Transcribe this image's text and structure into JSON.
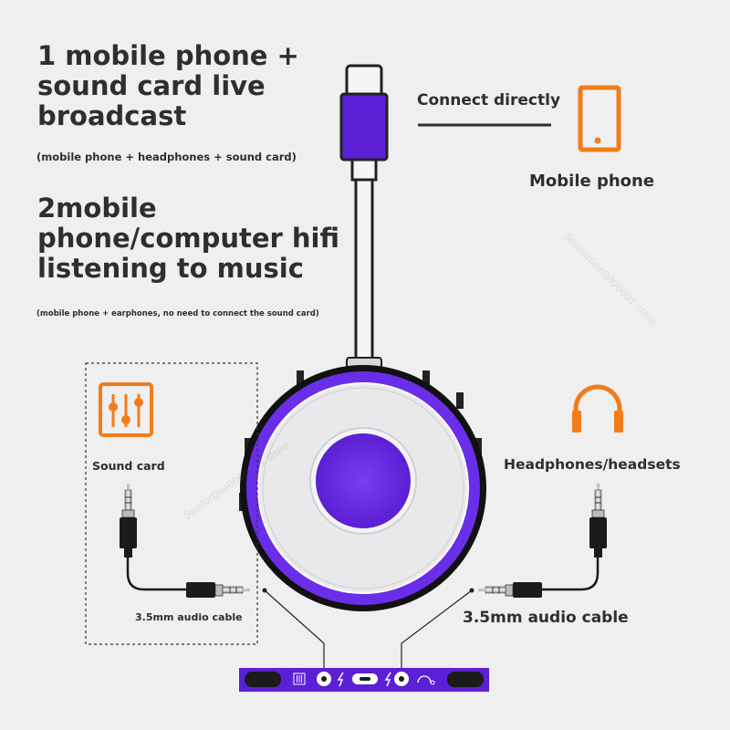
{
  "headline1": "1 mobile phone +\nsound card live\nbroadcast",
  "note1": "(mobile phone + headphones + sound card)",
  "headline2": "2mobile\nphone/computer hifi\nlistening to music",
  "note2": "(mobile phone + earphones, no need to connect the sound card)",
  "connect_label": "Connect directly",
  "phone_label": "Mobile phone",
  "soundcard_label": "Sound card",
  "headphones_label": "Headphones/headsets",
  "cable_label_left": "3.5mm audio cable",
  "cable_label_right": "3.5mm audio cable",
  "watermark": "Ssuilor0ne0000001  store",
  "colors": {
    "accent_orange": "#f07d1a",
    "device_purple": "#5b1fd6",
    "background": "#efefef"
  },
  "icons": [
    "mobile-phone-icon",
    "sound-card-mixer-icon",
    "headphones-icon"
  ]
}
